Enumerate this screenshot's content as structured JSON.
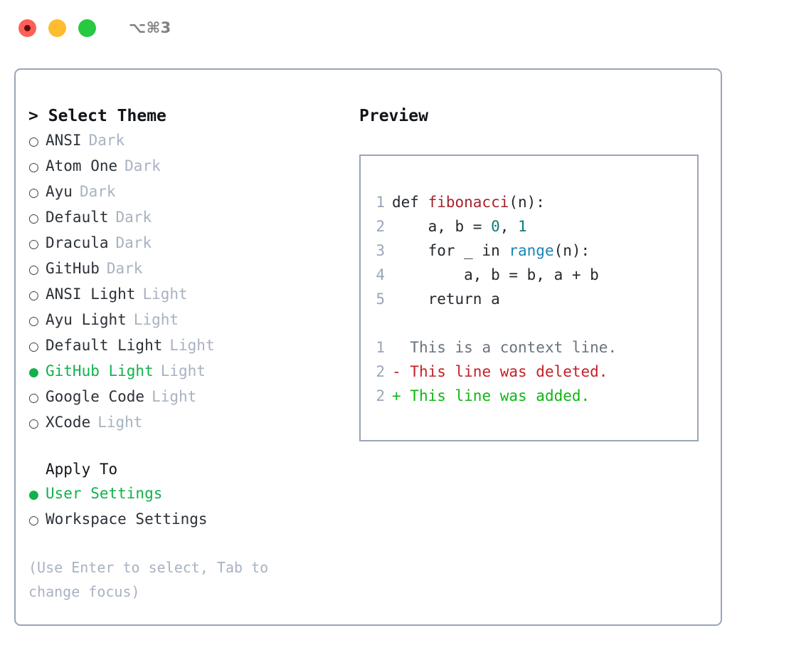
{
  "window": {
    "title": "⌥⌘3",
    "traffic_lights": [
      {
        "name": "close",
        "color": "#ff5f57"
      },
      {
        "name": "minimize",
        "color": "#febc2e"
      },
      {
        "name": "zoom",
        "color": "#28c840"
      }
    ]
  },
  "theme_picker": {
    "caret": ">",
    "heading": "Select Theme",
    "bullet_unselected": "○",
    "bullet_selected": "●",
    "options": [
      {
        "label": "ANSI",
        "tag": "Dark",
        "selected": false
      },
      {
        "label": "Atom One",
        "tag": "Dark",
        "selected": false
      },
      {
        "label": "Ayu",
        "tag": "Dark",
        "selected": false
      },
      {
        "label": "Default",
        "tag": "Dark",
        "selected": false
      },
      {
        "label": "Dracula",
        "tag": "Dark",
        "selected": false
      },
      {
        "label": "GitHub",
        "tag": "Dark",
        "selected": false
      },
      {
        "label": "ANSI Light",
        "tag": "Light",
        "selected": false
      },
      {
        "label": "Ayu Light",
        "tag": "Light",
        "selected": false
      },
      {
        "label": "Default Light",
        "tag": "Light",
        "selected": false
      },
      {
        "label": "GitHub Light",
        "tag": "Light",
        "selected": true
      },
      {
        "label": "Google Code",
        "tag": "Light",
        "selected": false
      },
      {
        "label": "XCode",
        "tag": "Light",
        "selected": false
      }
    ]
  },
  "apply_to": {
    "heading": "Apply To",
    "options": [
      {
        "label": "User Settings",
        "selected": true
      },
      {
        "label": "Workspace Settings",
        "selected": false
      }
    ]
  },
  "hint": "(Use Enter to select, Tab to change focus)",
  "preview": {
    "title": "Preview",
    "code_lines": [
      {
        "num": "1",
        "segments": [
          {
            "text": "def ",
            "style": "plain"
          },
          {
            "text": "fibonacci",
            "style": "fn"
          },
          {
            "text": "(n):",
            "style": "plain"
          }
        ]
      },
      {
        "num": "2",
        "segments": [
          {
            "text": "    a, b = ",
            "style": "plain"
          },
          {
            "text": "0",
            "style": "num"
          },
          {
            "text": ", ",
            "style": "plain"
          },
          {
            "text": "1",
            "style": "num"
          }
        ]
      },
      {
        "num": "3",
        "segments": [
          {
            "text": "    for _ in ",
            "style": "plain"
          },
          {
            "text": "range",
            "style": "call"
          },
          {
            "text": "(n):",
            "style": "plain"
          }
        ]
      },
      {
        "num": "4",
        "segments": [
          {
            "text": "        a, b = b, a + b",
            "style": "plain"
          }
        ]
      },
      {
        "num": "5",
        "segments": [
          {
            "text": "    return a",
            "style": "plain"
          }
        ]
      }
    ],
    "diff_lines": [
      {
        "num": "1",
        "marker": " ",
        "text": "This is a context line.",
        "style": "ctx"
      },
      {
        "num": "2",
        "marker": "-",
        "text": "This line was deleted.",
        "style": "del"
      },
      {
        "num": "2",
        "marker": "+",
        "text": "This line was added.",
        "style": "add"
      }
    ]
  },
  "colors": {
    "border": "#9aa5b8",
    "accent_green": "#12b14c",
    "tag_gray": "#a8b2c1",
    "diff_add": "#10b515",
    "diff_del": "#c32127",
    "code_fn": "#a6232b",
    "code_num": "#0e7c7b",
    "code_call": "#1a85b8"
  }
}
